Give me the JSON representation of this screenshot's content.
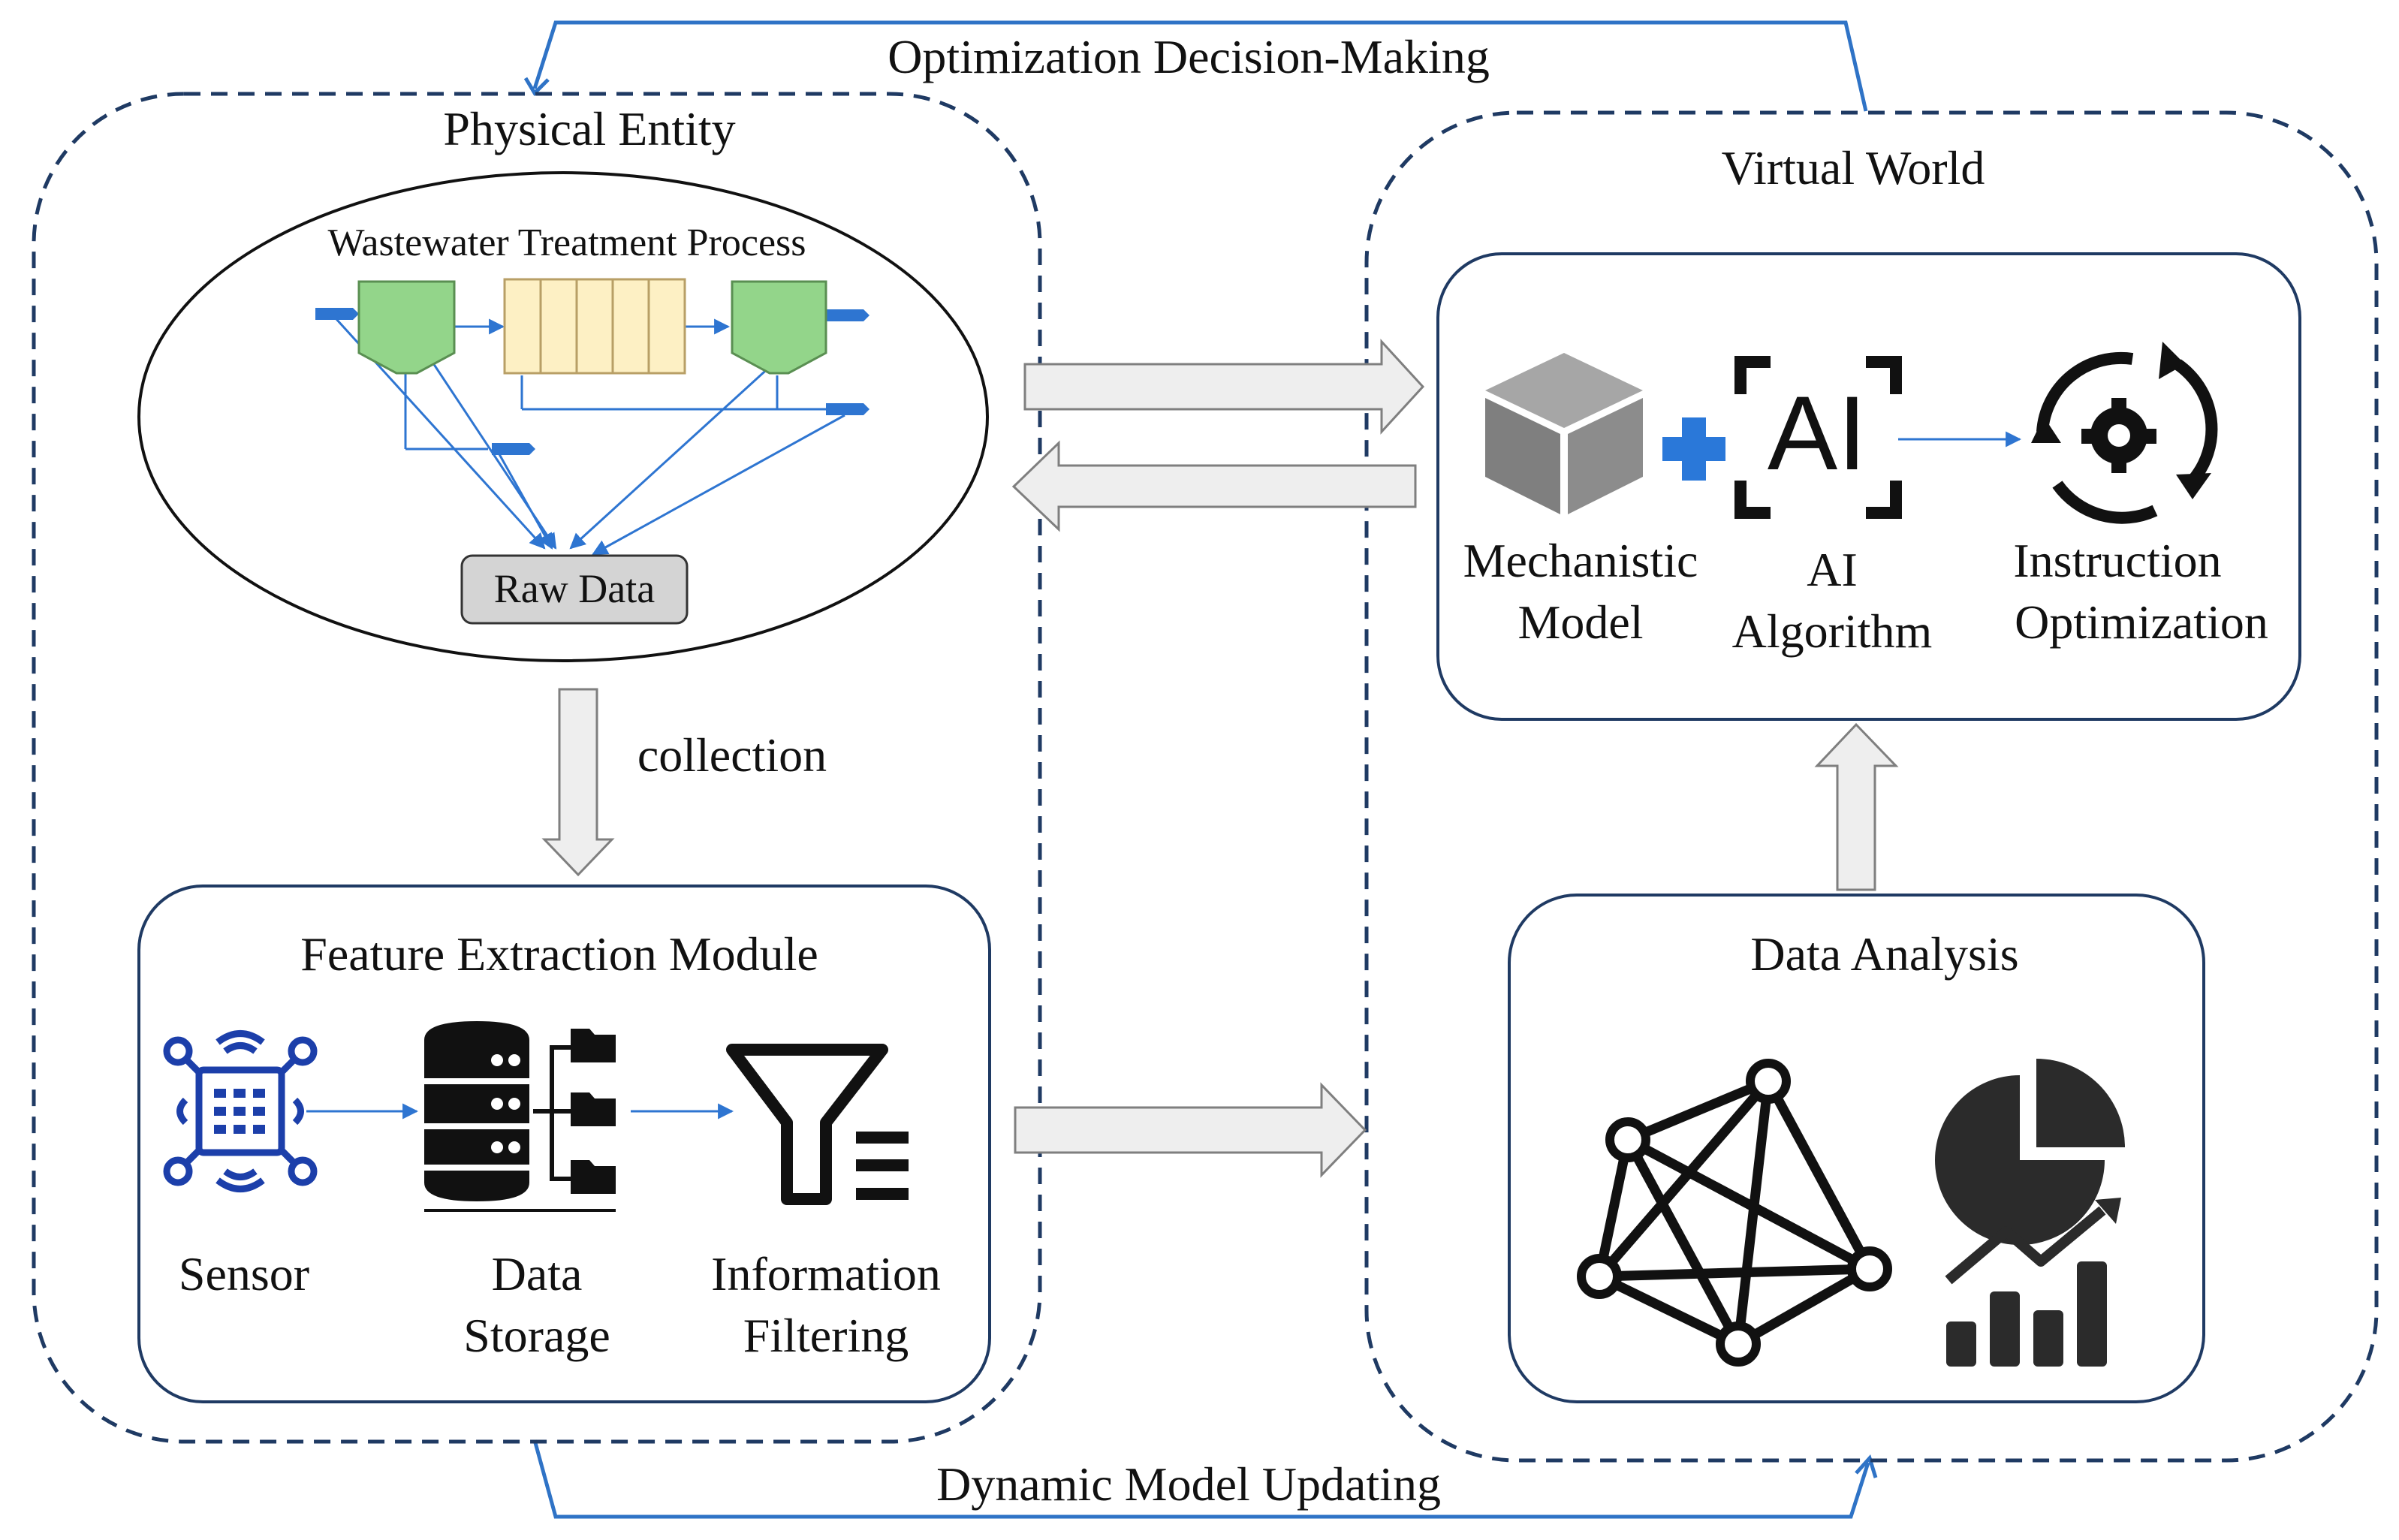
{
  "labels": {
    "optimization": "Optimization Decision-Making",
    "dynamic_update": "Dynamic Model Updating",
    "physical_entity": "Physical Entity",
    "wastewater": "Wastewater Treatment Process",
    "raw_data": "Raw Data",
    "collection": "collection",
    "feature_module": "Feature Extraction Module",
    "sensor": "Sensor",
    "data_storage": [
      "Data",
      "Storage"
    ],
    "info_filtering": [
      "Information",
      "Filtering"
    ],
    "virtual_world": "Virtual World",
    "mechanistic_model": [
      "Mechanistic",
      "Model"
    ],
    "ai_algorithm": [
      "AI",
      "Algorithm"
    ],
    "ai_icon_text": "AI",
    "instruction_optimization": [
      "Instruction",
      "Optimization"
    ],
    "data_analysis": "Data Analysis"
  },
  "colors": {
    "loop_line": "#2f73c6",
    "dashed_border": "#1f3a63",
    "box_border": "#1f3a63",
    "tank_green": "#93d58a",
    "reactor_yellow": "#fdf0c4",
    "pipe_blue": "#2e75d1",
    "raw_data_fill": "#d4d4d4",
    "arrow_fill": "#eeeeee",
    "arrow_stroke": "#7f7f7f",
    "cube_gray": "#8c8c8c",
    "plus_blue": "#2a78d9",
    "icon_dark": "#111111",
    "chart_dark": "#2b2b2b"
  },
  "icons": {
    "sensor": "sensor-chip-icon",
    "storage": "database-folders-icon",
    "filter": "funnel-filter-icon",
    "cube": "cube-icon",
    "plus": "plus-icon",
    "ai": "ai-frame-icon",
    "gear": "gear-cycle-icon",
    "network": "network-graph-icon",
    "pie": "pie-chart-icon",
    "bars": "bar-trend-chart-icon"
  }
}
